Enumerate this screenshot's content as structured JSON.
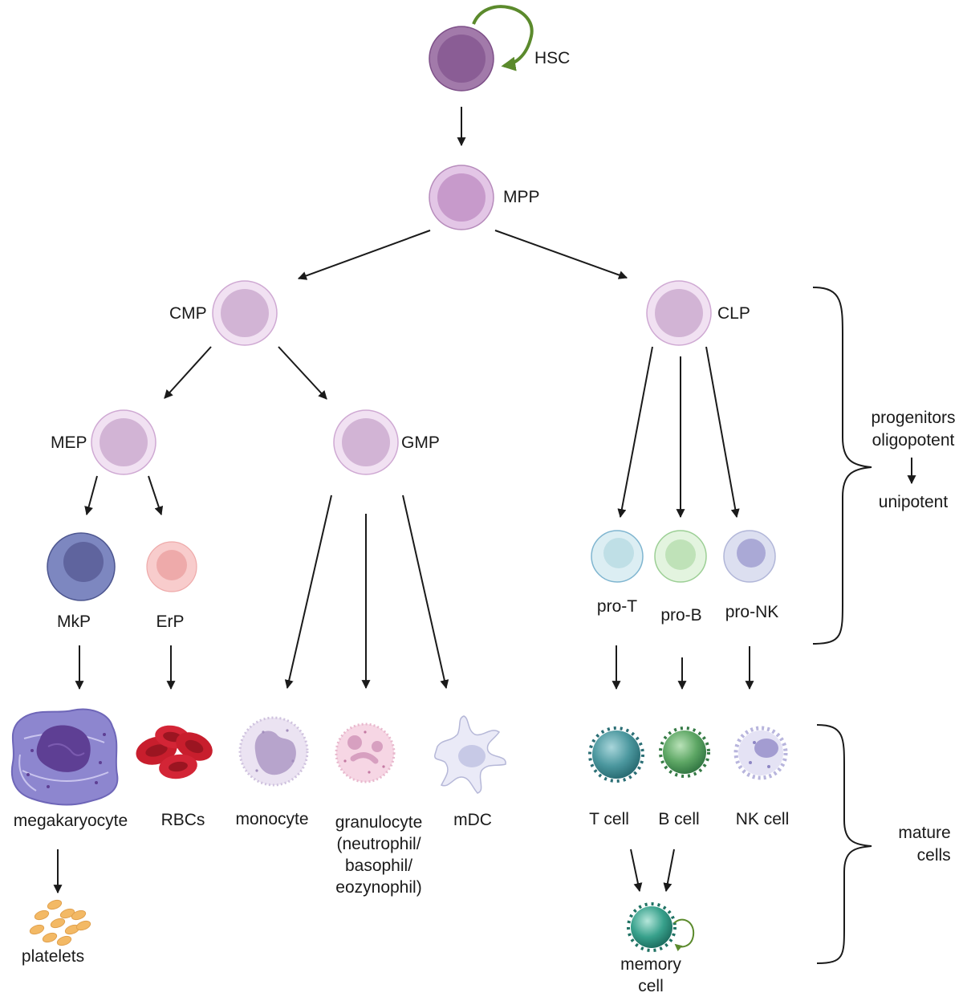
{
  "labels": {
    "hsc": "HSC",
    "mpp": "MPP",
    "cmp": "CMP",
    "clp": "CLP",
    "mep": "MEP",
    "gmp": "GMP",
    "mkp": "MkP",
    "erp": "ErP",
    "pro_t": "pro-T",
    "pro_b": "pro-B",
    "pro_nk": "pro-NK",
    "megakaryocyte": "megakaryocyte",
    "rbcs": "RBCs",
    "monocyte": "monocyte",
    "granulocyte_line1": "granulocyte",
    "granulocyte_line2": "(neutrophil/",
    "granulocyte_line3": "basophil/",
    "granulocyte_line4": "eozynophil)",
    "mdc": "mDC",
    "t_cell": "T cell",
    "b_cell": "B cell",
    "nk_cell": "NK cell",
    "platelets": "platelets",
    "memory_line1": "memory",
    "memory_line2": "cell"
  },
  "side_notes": {
    "progenitors_line1": "progenitors",
    "progenitors_line2": "oligopotent",
    "progenitors_line3": "unipotent",
    "mature_line1": "mature",
    "mature_line2": "cells"
  },
  "colors": {
    "hsc_outer": "#a27aaa",
    "hsc_inner": "#8a5d95",
    "mpp_outer": "#e3c6e6",
    "mpp_inner": "#c79acb",
    "prog_outer": "#f1e1f2",
    "prog_inner": "#d2b4d5",
    "mkp": "#6b73b0",
    "erp": "#f6c5c5",
    "pro_t": "#cde6ee",
    "pro_b": "#d3ecd0",
    "pro_nk": "#cfd2ea",
    "arrow": "#1a1a1a",
    "self_renewal_arrow": "#5b8a2c",
    "platelets": "#f3b965",
    "rbc": "#c81e2d",
    "t_cell": "#3f8f96",
    "b_cell": "#4f9a5f",
    "memory_cell": "#2f9a86"
  }
}
